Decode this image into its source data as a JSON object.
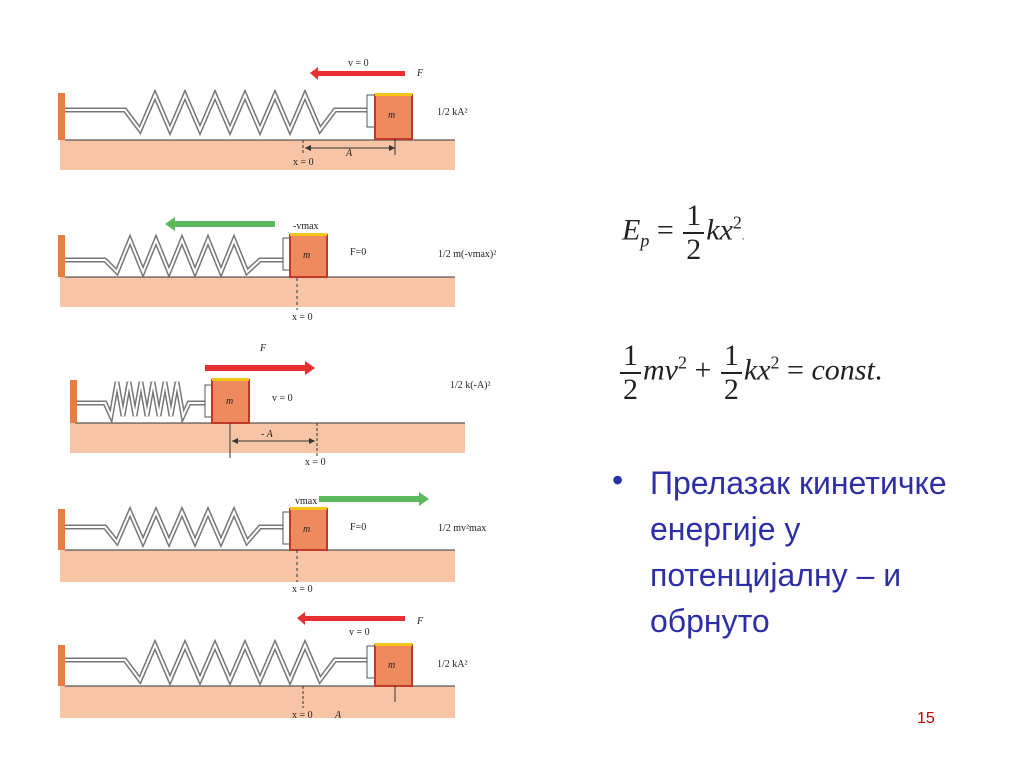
{
  "panels": [
    {
      "velocity_label": "v = 0",
      "force_label": "F",
      "energy_label": "1/2 kA²",
      "origin_label": "x = 0",
      "amplitude_label": "A",
      "mass_label": "m"
    },
    {
      "velocity_label": "-vmax",
      "force_label": "F=0",
      "energy_label": "1/2 m(-vmax)²",
      "origin_label": "x = 0",
      "mass_label": "m"
    },
    {
      "velocity_label": "v = 0",
      "force_label": "F",
      "energy_label": "1/2 k(-A)²",
      "origin_label": "x = 0",
      "amplitude_label": "- A",
      "mass_label": "m"
    },
    {
      "velocity_label": "vmax",
      "force_label": "F=0",
      "energy_label": "1/2 mv²max",
      "origin_label": "x = 0",
      "mass_label": "m"
    },
    {
      "velocity_label": "v = 0",
      "force_label": "F",
      "energy_label": "1/2 kA²",
      "origin_label": "x = 0",
      "amplitude_label": "A",
      "mass_label": "m"
    }
  ],
  "formulas": {
    "potential_energy": "Ep = ½kx²",
    "conservation": "½mv² + ½kx² = const."
  },
  "bullet": {
    "text": "Прелазак кинетичке енергије у потенцијалну – и обрнуто"
  },
  "page_number": "15",
  "colors": {
    "floor": "#f7c4a5",
    "mass": "#ef8a5f",
    "mass_edge": "#c0392b",
    "mass_top": "#f5c518",
    "wall": "#e87d3e",
    "red_arrow": "#e83030",
    "green_arrow": "#5cb85c",
    "text_blue": "#2e2ea8",
    "page_num": "#c00000"
  }
}
